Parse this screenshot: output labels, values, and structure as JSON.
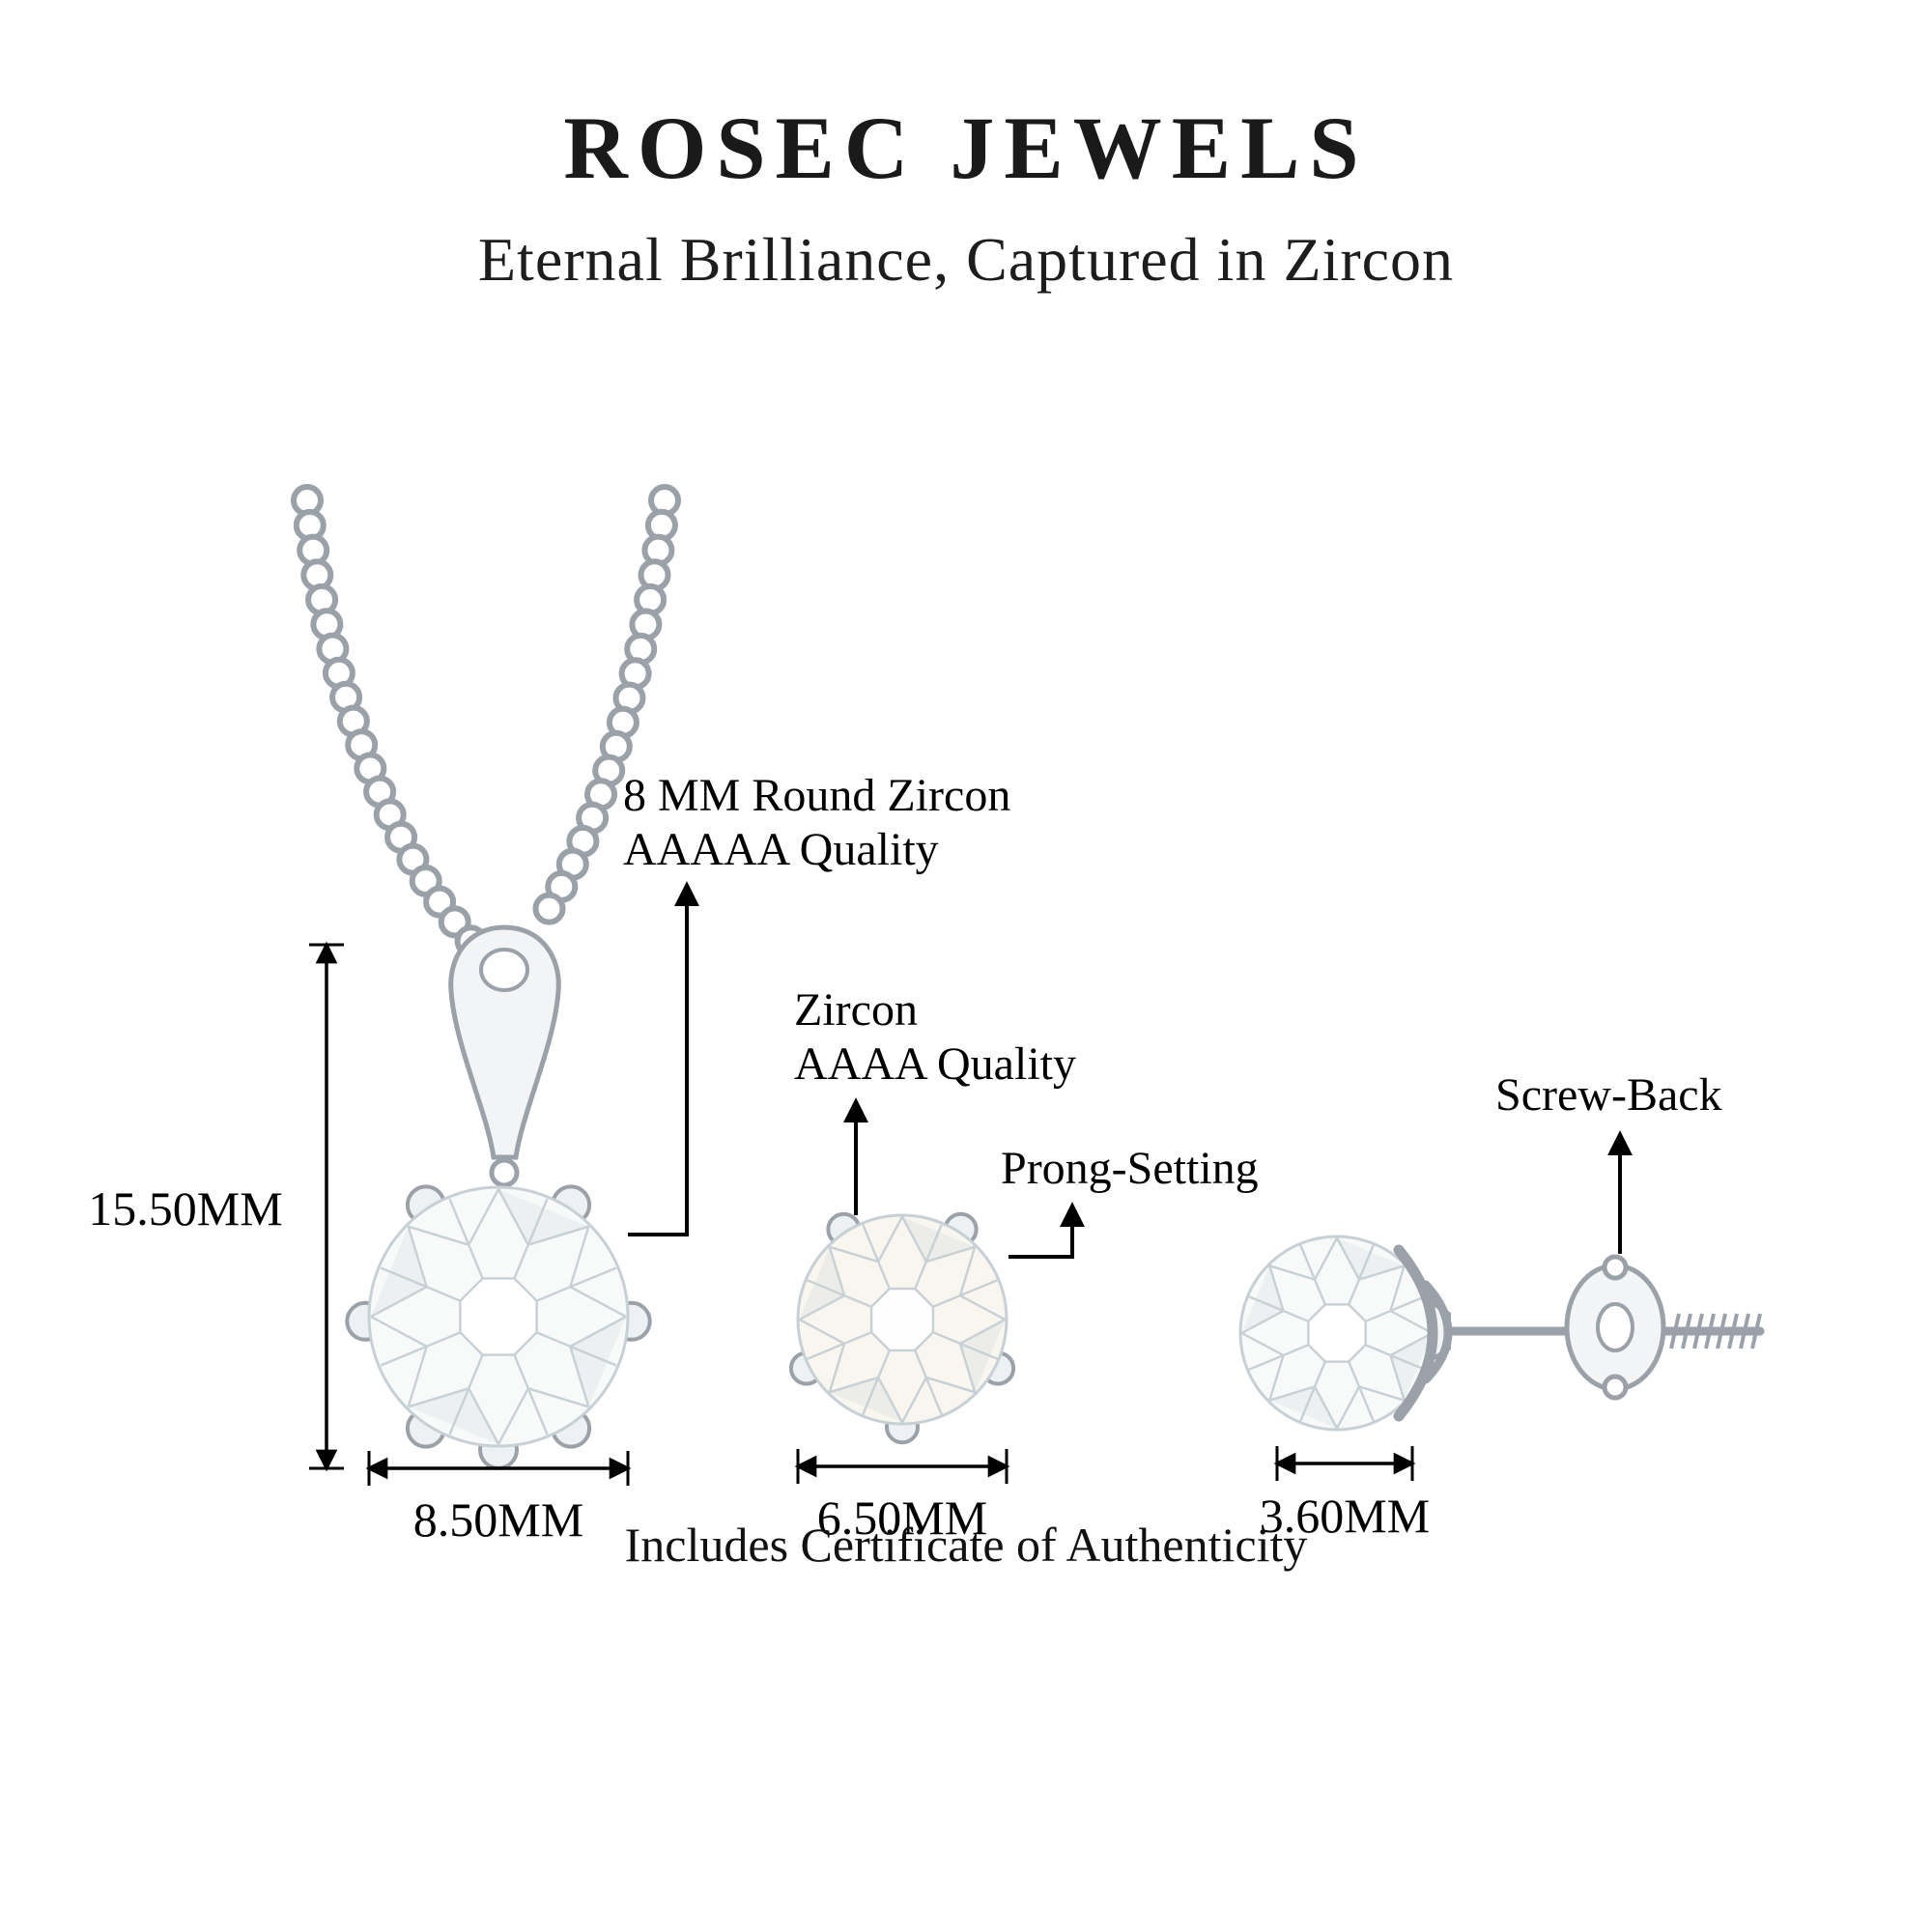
{
  "header": {
    "brand": "ROSEC JEWELS",
    "tagline": "Eternal Brilliance, Captured in Zircon"
  },
  "annotations": {
    "pendant": {
      "line1": "8 MM Round Zircon",
      "line2": "AAAAA Quality"
    },
    "stud": {
      "line1": "Zircon",
      "line2": "AAAA Quality"
    },
    "prong_setting": "Prong-Setting",
    "screw_back": "Screw-Back"
  },
  "dimensions": {
    "pendant_height": "15.50MM",
    "pendant_width": "8.50MM",
    "stud_width": "6.50MM",
    "earring_side_width": "3.60MM"
  },
  "footer": {
    "certificate": "Includes Certificate of Authenticity"
  },
  "colors": {
    "text": "#1a1a1a",
    "annotation": "#000000",
    "metal": "#9aa1a8",
    "metal_fill": "#f2f4f5",
    "facet": "#c7d0d5",
    "facet_light": "#e2e8ea",
    "stone_fill": "#f8fafa",
    "stone_fill_warm": "#f8f6ef",
    "line": "#000000"
  }
}
